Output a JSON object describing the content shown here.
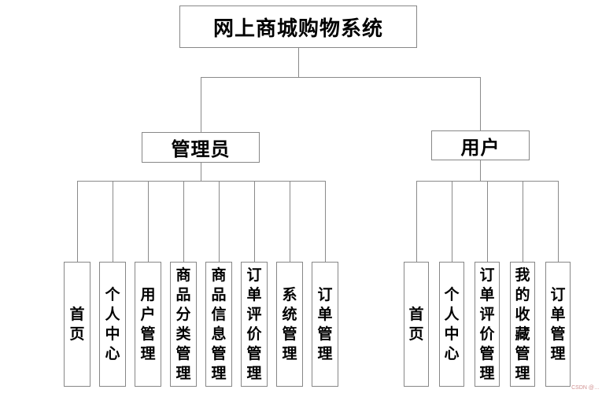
{
  "diagram": {
    "root": {
      "label": "网上商城购物系统"
    },
    "branches": [
      {
        "label": "管理员",
        "children": [
          "首页",
          "个人中心",
          "用户管理",
          "商品分类管理",
          "商品信息管理",
          "订单评价管理",
          "系统管理",
          "订单管理"
        ]
      },
      {
        "label": "用户",
        "children": [
          "首页",
          "个人中心",
          "订单评价管理",
          "我的收藏管理",
          "订单管理"
        ]
      }
    ]
  },
  "watermark": {
    "text": "CSDN @…"
  },
  "colors": {
    "line": "#8a8a8a",
    "box_border": "#878787",
    "box_fill": "#ffffff",
    "text": "#000000",
    "background": "#ffffff",
    "watermark": "#c98080"
  }
}
